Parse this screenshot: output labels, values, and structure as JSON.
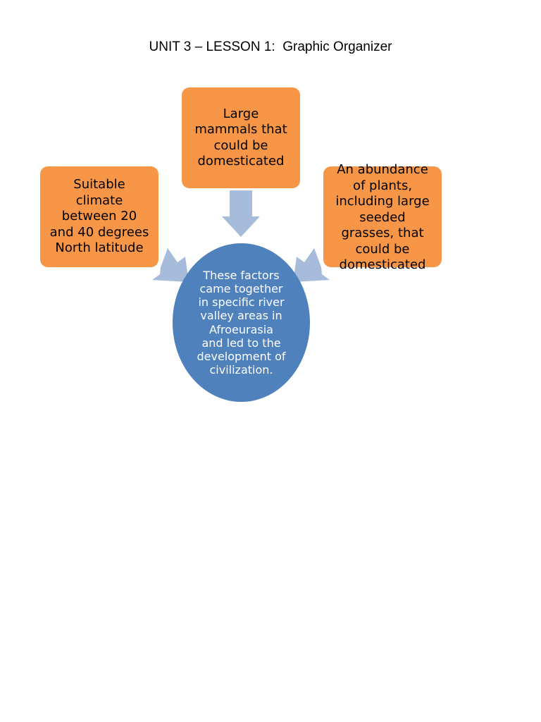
{
  "document": {
    "title": "UNIT 3 – LESSON 1:  Graphic Organizer"
  },
  "organizer": {
    "factors": {
      "left": "Suitable\nclimate\nbetween 20\nand 40 degrees\nNorth latitude",
      "top": "Large\nmammals that\ncould be\ndomesticated",
      "right": "An abundance\nof plants,\nincluding large\nseeded\ngrasses, that\ncould be\ndomesticated"
    },
    "result": "These factors\ncame together\nin specific river\nvalley areas in\nAfroeurasia\nand led to the\ndevelopment of\ncivilization."
  },
  "colors": {
    "factor_fill": "#f79646",
    "result_fill": "#4f81bd",
    "arrow_fill": "#a7bcdb",
    "result_text": "#ffffff"
  }
}
